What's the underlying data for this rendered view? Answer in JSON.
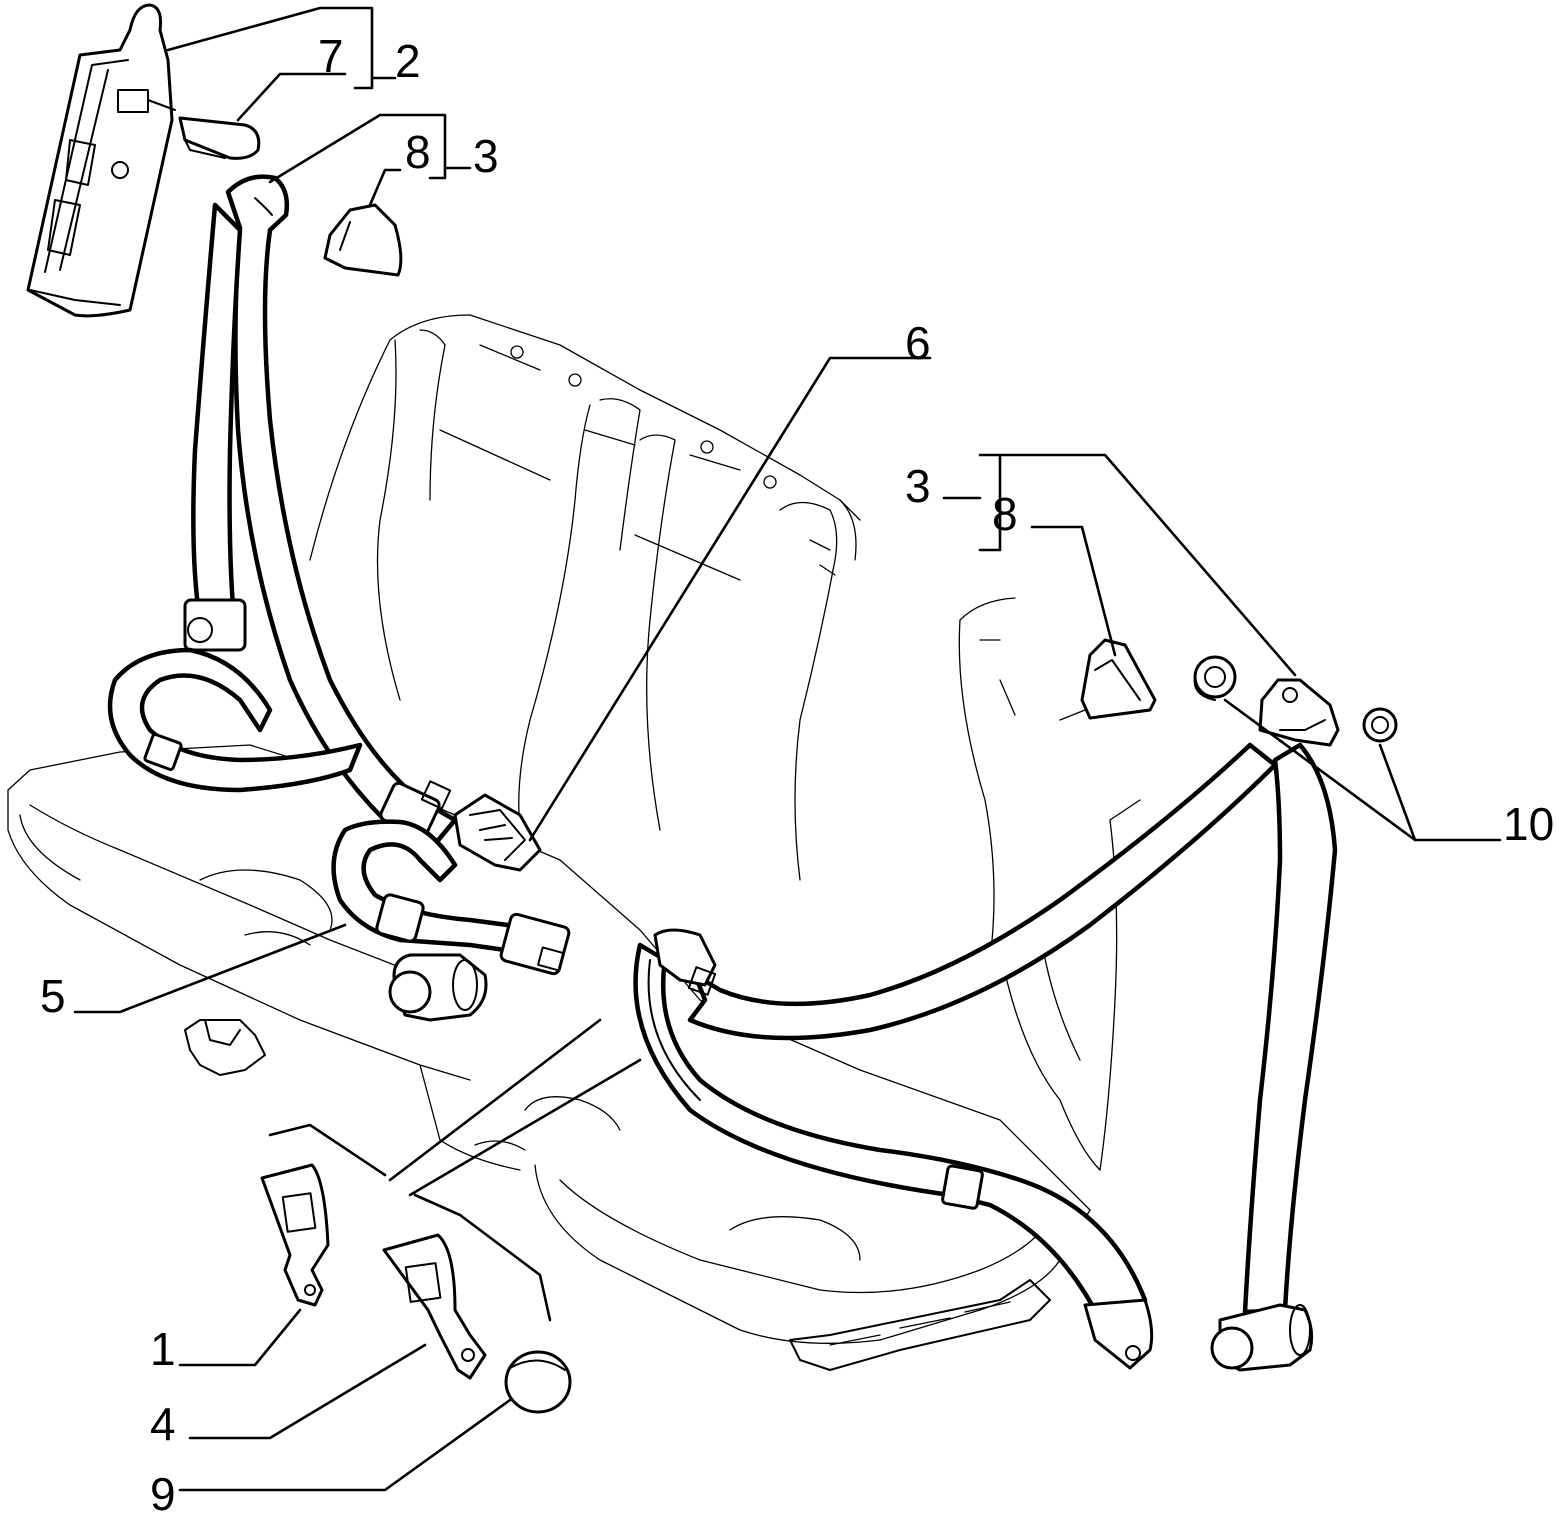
{
  "diagram": {
    "callouts": {
      "c1": "1",
      "c2": "2",
      "c3_top": "3",
      "c3_right": "3",
      "c4": "4",
      "c5": "5",
      "c6": "6",
      "c7": "7",
      "c8_top": "8",
      "c8_right": "8",
      "c9": "9",
      "c10": "10"
    },
    "line_color": "#000000",
    "background_color": "#ffffff"
  }
}
